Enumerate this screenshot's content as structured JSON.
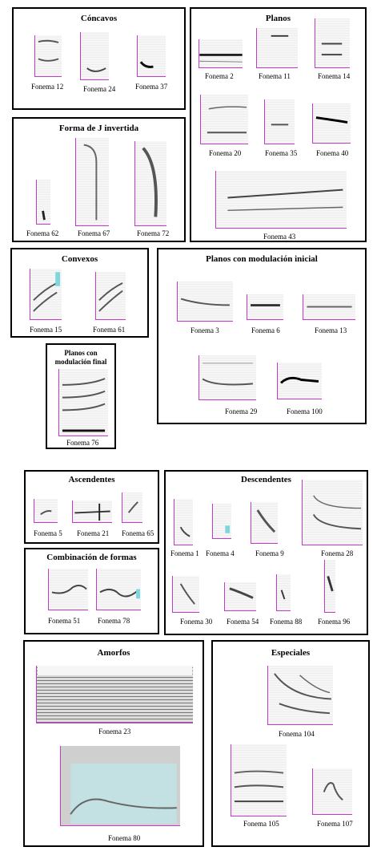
{
  "groups": {
    "concavos": {
      "title": "Cóncavos",
      "items": [
        "Fonema 12",
        "Fonema 24",
        "Fonema 37"
      ]
    },
    "planos": {
      "title": "Planos",
      "items": [
        "Fonema 2",
        "Fonema  11",
        "Fonema 14",
        "Fonema 20",
        "Fonema 35",
        "Fonema 40",
        "Fonema 43"
      ]
    },
    "jinvertida": {
      "title": "Forma  de J invertida",
      "items": [
        "Fonema 62",
        "Fonema 67",
        "Fonema 72"
      ]
    },
    "convexos": {
      "title": "Convexos",
      "items": [
        "Fonema 15",
        "Fonema 61"
      ]
    },
    "planos_mod_inicial": {
      "title": "Planos con modulación  inicial",
      "items": [
        "Fonema 3",
        "Fonema 6",
        "Fonema 13",
        "Fonema 29",
        "Fonema 100"
      ]
    },
    "planos_mod_final": {
      "title_line1": "Planos con",
      "title_line2": "modulación  final",
      "items": [
        "Fonema 76"
      ]
    },
    "ascendentes": {
      "title": "Ascendentes",
      "items": [
        "Fonema 5",
        "Fonema 21",
        "Fonema 65"
      ]
    },
    "descendentes": {
      "title": "Descendentes",
      "items": [
        "Fonema 1",
        "Fonema 4",
        "Fonema 9",
        "Fonema 28",
        "Fonema 30",
        "Fonema 54",
        "Fonema 88",
        "Fonema 96"
      ]
    },
    "combinacion": {
      "title": "Combinación  de formas",
      "items": [
        "Fonema 51",
        "Fonema 78"
      ]
    },
    "amorfos": {
      "title": "Amorfos",
      "items": [
        "Fonema 23",
        "Fonema 80"
      ]
    },
    "especiales": {
      "title": "Especiales",
      "items": [
        "Fonema 104",
        "Fonema 105",
        "Fonema 107"
      ]
    }
  },
  "colors": {
    "axis": "#c33bc9",
    "highlight": "#bfe3e6",
    "border": "#000000"
  }
}
